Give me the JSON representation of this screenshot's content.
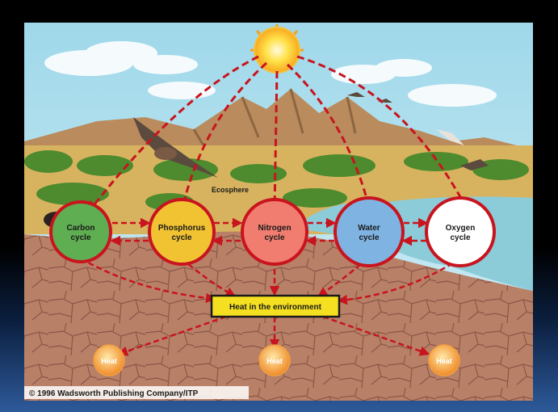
{
  "diagram": {
    "biosphere_label": "Ecosphere",
    "cycles": [
      {
        "id": "carbon",
        "line1": "Carbon",
        "line2": "cycle",
        "fill": "#5fae52"
      },
      {
        "id": "phosphorus",
        "line1": "Phosphorus",
        "line2": "cycle",
        "fill": "#f1c232"
      },
      {
        "id": "nitrogen",
        "line1": "Nitrogen",
        "line2": "cycle",
        "fill": "#f07d6f"
      },
      {
        "id": "water",
        "line1": "Water",
        "line2": "cycle",
        "fill": "#7fb4e2"
      },
      {
        "id": "oxygen",
        "line1": "Oxygen",
        "line2": "cycle",
        "fill": "#ffffff"
      }
    ],
    "heat_box": "Heat in the environment",
    "heat_nodes": [
      "Heat",
      "Heat",
      "Heat"
    ],
    "copyright": "© 1996 Wadsworth Publishing Company/ITP"
  },
  "colors": {
    "arrow": "#c8141e",
    "sky": "#aee0ee",
    "soil": "#b77b64",
    "heat_box": "#f4e020",
    "heat_node": "#f5a442"
  }
}
